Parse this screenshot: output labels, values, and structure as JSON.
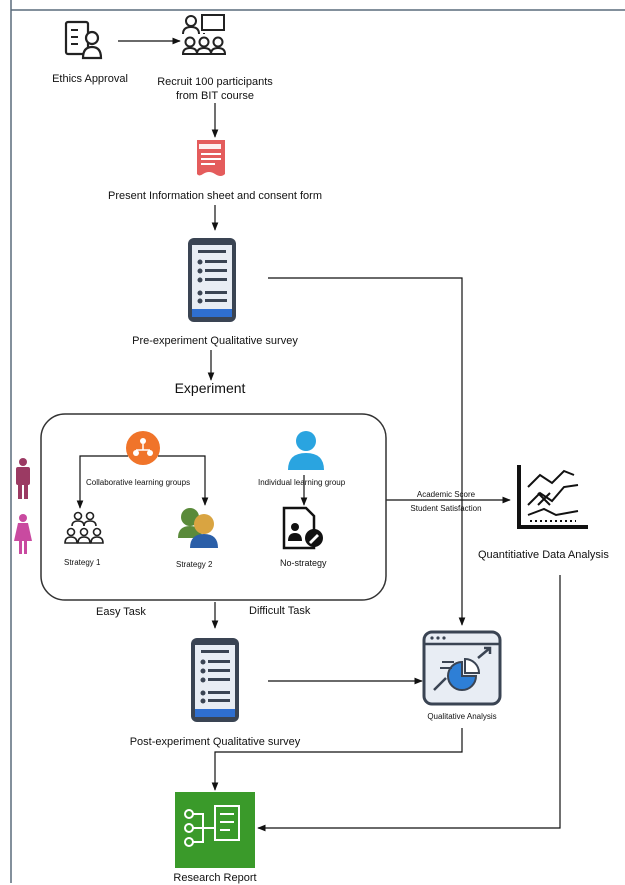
{
  "nodes": {
    "ethics": "Ethics Approval",
    "recruit_line1": "Recruit 100 participants",
    "recruit_line2": "from BIT course",
    "info_sheet": "Present Information sheet and consent form",
    "pre_survey": "Pre-experiment Qualitative survey",
    "experiment": "Experiment",
    "collab_groups": "Collaborative learning groups",
    "individual_group": "Individual learning group",
    "strategy1": "Strategy 1",
    "strategy2": "Strategy 2",
    "no_strategy": "No-strategy",
    "easy_task": "Easy Task",
    "difficult_task": "Difficult Task",
    "academic_score": "Academic Score",
    "student_satisfaction": "Student Satisfaction",
    "quant_analysis": "Quantitiative Data Analysis",
    "qual_analysis": "Qualitative Analysis",
    "post_survey": "Post-experiment Qualitative survey",
    "research_report": "Research Report"
  },
  "colors": {
    "line": "#111111",
    "survey_body": "#3a4453",
    "survey_screen": "#e8edf4",
    "survey_bar": "#2f6fd0",
    "orange": "#f0742a",
    "blue_person": "#2aa4e0",
    "red_doc": "#e45c5c",
    "male": "#9b3a63",
    "female": "#c94aa0",
    "green_report": "#3a9a2a",
    "chart_blue": "#2e7fd6",
    "strategy2_green": "#5a8a3a",
    "strategy2_blue": "#2b5fa8"
  }
}
